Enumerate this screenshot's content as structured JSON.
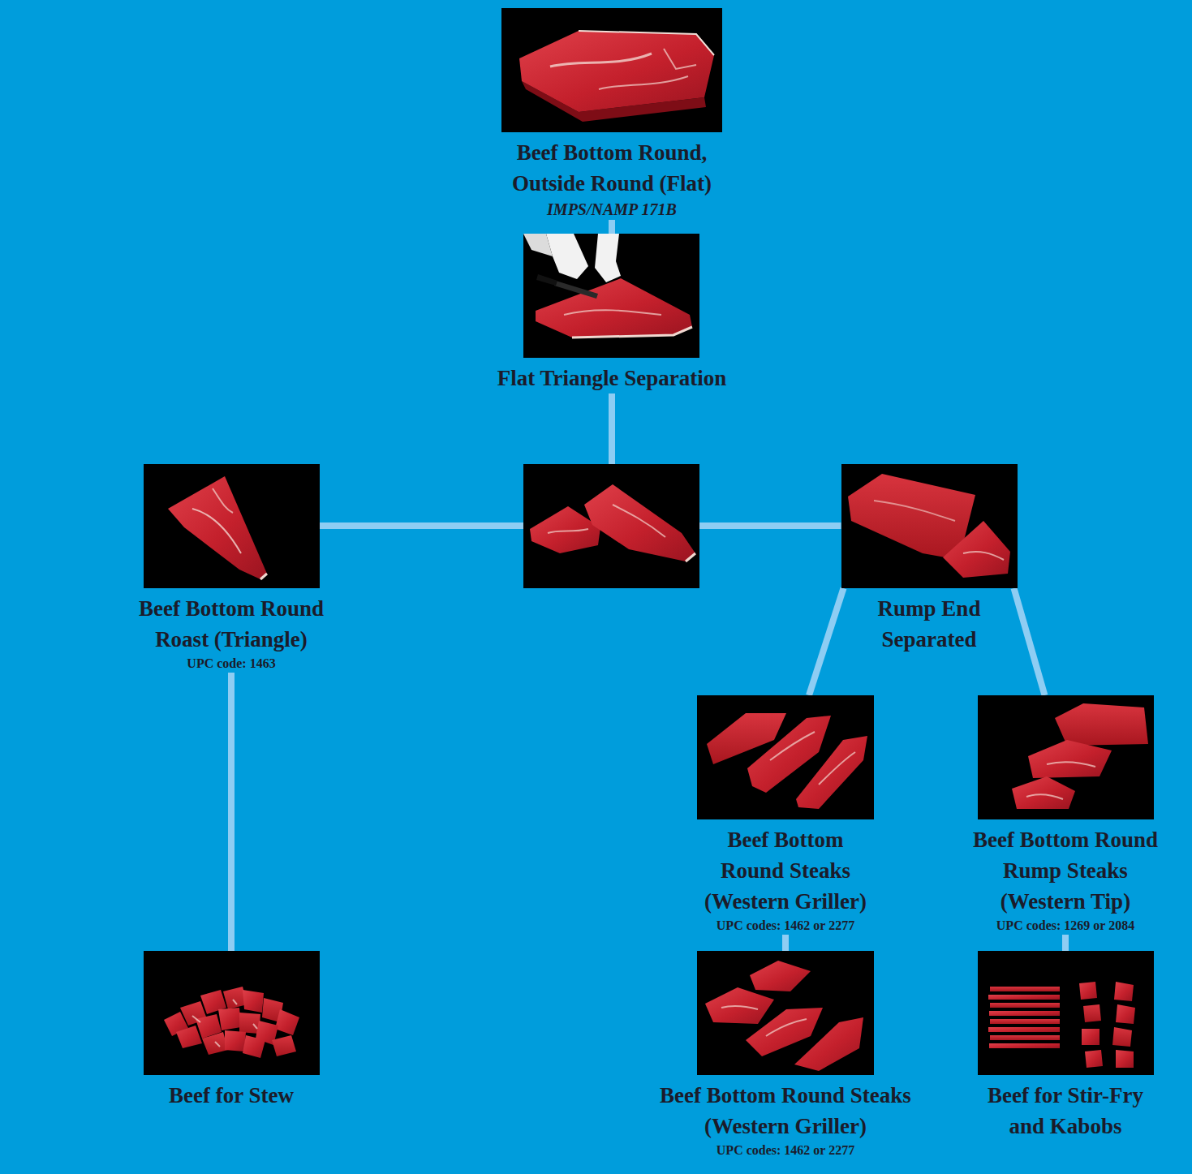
{
  "diagram": {
    "nodes": [
      {
        "text": [
          "Beef Bottom Round, Outside Round (Flat)",
          "IMPS/NAMP 171B"
        ]
      },
      {
        "text": [
          "Flat Triangle Separation"
        ]
      },
      {
        "text": [
          "Beef Bottom Round Roast (Triangle)",
          "UPC code: 1463"
        ]
      },
      {
        "text": [
          "Rump End Separated"
        ]
      },
      {
        "text": [
          "Beef Bottom Round Steaks (Western Griller)",
          "UPC codes: 1462 or 2277"
        ]
      },
      {
        "text": [
          "Beef Bottom Round Rump Steaks (Western Tip)",
          "UPC codes: 1269 or 2084"
        ]
      },
      {
        "text": [
          "Beef for Stew"
        ]
      },
      {
        "text": [
          "Beef Bottom Round Steaks (Western Griller)",
          "UPC codes: 1462 or 2277"
        ]
      },
      {
        "text": [
          "Beef for Stir-Fry and Kabobs"
        ]
      }
    ],
    "edges": [
      {
        "from": 0,
        "to": 1,
        "arrow": "none"
      },
      {
        "from": 1,
        "to": 2,
        "arrow": "none"
      },
      {
        "from": 1,
        "to": 3,
        "arrow": "none"
      },
      {
        "from": 3,
        "to": 4,
        "arrow": "none"
      },
      {
        "from": 3,
        "to": 5,
        "arrow": "none"
      },
      {
        "from": 2,
        "to": 6,
        "arrow": "none"
      },
      {
        "from": 4,
        "to": 7,
        "arrow": "none"
      },
      {
        "from": 5,
        "to": 8,
        "arrow": "none"
      }
    ]
  }
}
